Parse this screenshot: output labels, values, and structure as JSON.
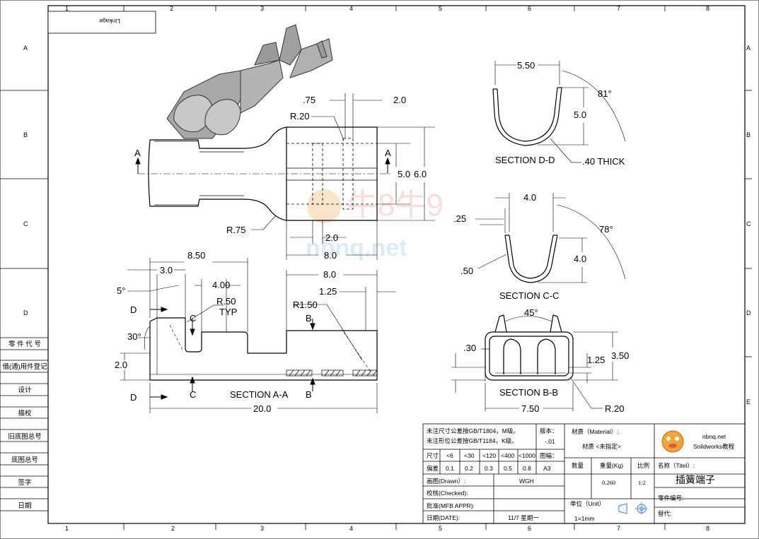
{
  "zones": {
    "columns": [
      "1",
      "2",
      "3",
      "4",
      "5",
      "6",
      "7",
      "8"
    ],
    "rows": [
      "A",
      "B",
      "C",
      "D",
      "E"
    ]
  },
  "side_stamps": [
    "零 件 代 号",
    "借(通)用件登记",
    "设计",
    "描校",
    "旧底图总号",
    "底图总号",
    "签字",
    "日期"
  ],
  "linkage_label": "Linkage",
  "watermark": {
    "logo_text": "牛8牛9",
    "site": "nbnq.net"
  },
  "main_view": {
    "dims": [
      ".75",
      "2.0",
      "R.20",
      "5.0",
      "6.0",
      "R.75",
      "2.0",
      "8.0"
    ],
    "section_marks": [
      "A",
      "A"
    ]
  },
  "section_aa": {
    "title": "SECTION A-A",
    "dims": [
      "8.50",
      "3.0",
      "4.00",
      "5°",
      "R.50",
      "TYP",
      "30°",
      "2.0",
      "20.0",
      "8.0",
      "1.25",
      "R1.50"
    ],
    "marks": [
      "D",
      "C",
      "D",
      "C",
      "B",
      "B"
    ]
  },
  "section_dd": {
    "title": "SECTION D-D",
    "dims": [
      "5.50",
      "81°",
      "5.0",
      ".40 THICK"
    ]
  },
  "section_cc": {
    "title": "SECTION C-C",
    "dims": [
      "4.0",
      ".25",
      "78°",
      "4.0",
      ".50"
    ]
  },
  "section_bb": {
    "title": "SECTION B-B",
    "dims": [
      "45°",
      ".30",
      "3.50",
      "1.25",
      "7.50",
      "R.20"
    ]
  },
  "title_block": {
    "note_line1": "未注尺寸公差按GB/T1804，M级。",
    "note_line2": "未注形位公差按GB/T1184，K级。",
    "version_label": "版本：",
    "version_value": "-.01",
    "material_label": "材质（Material）:",
    "material_value": "材质 <未指定>",
    "tol_size_label": "尺寸",
    "tol_headers": [
      "<6",
      "<30",
      "<120",
      "<400",
      "<1000"
    ],
    "tol_dev_label": "偏差",
    "tol_values": [
      "0.1",
      "0.2",
      "0.3",
      "0.5",
      "0.8"
    ],
    "sheet_label": "图幅：",
    "sheet_value": "A3",
    "qty_label": "数量",
    "weight_label": "重量(Kg)",
    "weight_value": "0.260",
    "scale_label": "比例",
    "scale_value": "1:2",
    "drawn_label": "画图(Drawn）:",
    "drawn_value": "WGH",
    "checked_label": "校核(Checked):",
    "approved_label": "批准(MFB APPR):",
    "date_label": "日期(DATE):",
    "date_value": "11/7  星期一",
    "unit_label": "单位（Unit）",
    "unit_value": "1=1mm",
    "title_label": "名称（Titel）:",
    "title_value": "插簧端子",
    "part_no_label": "零件编号:",
    "replace_label": "替代:",
    "brand_site": "nbnq.net",
    "brand_sub": "Solidworks教程"
  }
}
